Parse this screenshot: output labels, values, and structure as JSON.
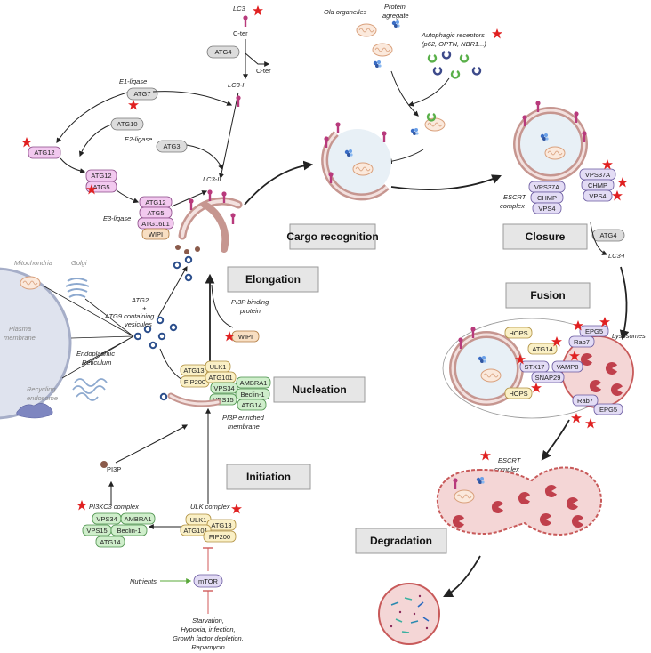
{
  "stages": {
    "cargo": "Cargo recognition",
    "closure": "Closure",
    "elongation": "Elongation",
    "nucleation": "Nucleation",
    "fusion": "Fusion",
    "initiation": "Initiation",
    "degradation": "Degradation"
  },
  "captions": {
    "lc3": "LC3",
    "cter_top": "C-ter",
    "cter_right": "C-ter",
    "lc3_i": "LC3-I",
    "lc3_ii": "LC3-II",
    "e1": "E1-ligase",
    "e2": "E2-ligase",
    "e3": "E3-ligase",
    "old_organelles": "Old organelles",
    "protein_agg_1": "Protein",
    "protein_agg_2": "agregate",
    "receptors_1": "Autophagic receptors",
    "receptors_2": "(p62, OPTN, NBR1...)",
    "escrt_1": "ESCRT",
    "escrt_2": "complex",
    "lc3_i_right": "LC3-I",
    "mitochondria": "Mitochondria",
    "golgi": "Golgi",
    "plasma_1": "Plasma",
    "plasma_2": "membrane",
    "atg2_1": "ATG2",
    "atg2_2": "+",
    "atg2_3": "ATG9 containing",
    "atg2_4": "vesicules",
    "er_1": "Endoplasmic",
    "er_2": "Reticulum",
    "recycling_1": "Recycling",
    "recycling_2": "endosome",
    "pi3p_binding_1": "PI3P binding",
    "pi3p_binding_2": "protein",
    "pi3p_membrane_1": "PI3P enriched",
    "pi3p_membrane_2": "membrane",
    "lysosomes": "Lysosomes",
    "escrt2_1": "ESCRT",
    "escrt2_2": "complex",
    "pi3p": "PI3P",
    "pi3kc3": "PI3KC3 complex",
    "ulk_complex": "ULK complex",
    "nutrients": "Nutrients",
    "starv_1": "Starvation,",
    "starv_2": "Hypoxia, infection,",
    "starv_3": "Growth factor depletion,",
    "starv_4": "Rapamycin"
  },
  "proteins": {
    "atg4_top": "ATG4",
    "atg7": "ATG7",
    "atg10": "ATG10",
    "atg3": "ATG3",
    "atg12_a": "ATG12",
    "atg12_b": "ATG12",
    "atg5_b": "ATG5",
    "atg12_c": "ATG12",
    "atg5_c": "ATG5",
    "atg16l1": "ATG16L1",
    "wipi_top": "WIPI",
    "vps37a_l": "VPS37A",
    "chmp_l": "CHMP",
    "vps4_l": "VPS4",
    "vps37a_r": "VPS37A",
    "chmp_r": "CHMP",
    "vps4_r": "VPS4",
    "atg4_right": "ATG4",
    "wipi_mid": "WIPI",
    "atg13_n": "ATG13",
    "ulk1_n": "ULK1",
    "fip200_n": "FIP200",
    "atg101_n": "ATG101",
    "vps34_n": "VPS34",
    "ambra1_n": "AMBRA1",
    "beclin_n": "Beclin-1",
    "vps15_n": "VPS15",
    "atg14_n": "ATG14",
    "hops_1": "HOPS",
    "hops_2": "HOPS",
    "atg14_f": "ATG14",
    "stx17": "STX17",
    "vamp8": "VAMP8",
    "snap29": "SNAP29",
    "rab7_1": "Rab7",
    "epg5_1": "EPG5",
    "rab7_2": "Rab7",
    "epg5_2": "EPG5",
    "vps34_p": "VPS34",
    "ambra1_p": "AMBRA1",
    "vps15_p": "VPS15",
    "beclin_p": "Beclin-1",
    "atg14_p": "ATG14",
    "ulk1_u": "ULK1",
    "atg13_u": "ATG13",
    "atg101_u": "ATG101",
    "fip200_u": "FIP200",
    "mtor": "mTOR"
  },
  "colors": {
    "gray_pill": "#dcdcdc",
    "pink_pill": "#f2c9ef",
    "purple_pill": "#e3dcf5",
    "green_pill": "#cfeecb",
    "orange_pill": "#f8dfc3",
    "yellow_pill": "#faf0c6",
    "membrane": "#c69690",
    "lysosome": "#f4d6d6",
    "lc3_magenta": "#b83a7c",
    "star_red": "#e02020",
    "vesicle_blue": "#2c4f8c"
  },
  "icons": [
    "red-star-icon",
    "lc3-protein-icon",
    "mitochondrion-icon",
    "protein-aggregate-icon",
    "autophagic-receptor-icon",
    "vesicle-icon",
    "lysosomal-enzyme-icon"
  ]
}
